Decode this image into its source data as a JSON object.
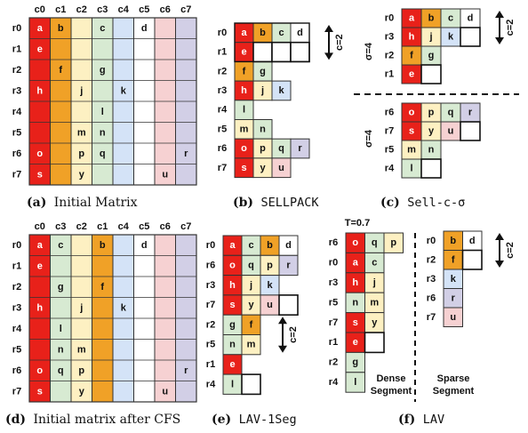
{
  "colors": {
    "c0": "#e8211a",
    "c1": "#f0a127",
    "c2": "#fdf0c2",
    "c3": "#d7ead2",
    "c4": "#d4e3f7",
    "c5": "#ffffff",
    "c6": "#f6d1d2",
    "c7": "#d2cfe6",
    "border": "#333333"
  },
  "panel_a": {
    "caption_letter": "(a)",
    "caption_text": "Initial Matrix",
    "cols": [
      "c0",
      "c1",
      "c2",
      "c3",
      "c4",
      "c5",
      "c6",
      "c7"
    ],
    "rows": [
      "r0",
      "r1",
      "r2",
      "r3",
      "r4",
      "r5",
      "r6",
      "r7"
    ],
    "cells": [
      [
        "a",
        "b",
        "",
        "c",
        "",
        "d",
        "",
        ""
      ],
      [
        "e",
        "",
        "",
        "",
        "",
        "",
        "",
        ""
      ],
      [
        "",
        "f",
        "",
        "g",
        "",
        "",
        "",
        ""
      ],
      [
        "h",
        "",
        "j",
        "",
        "k",
        "",
        "",
        ""
      ],
      [
        "",
        "",
        "",
        "l",
        "",
        "",
        "",
        ""
      ],
      [
        "",
        "",
        "m",
        "n",
        "",
        "",
        "",
        ""
      ],
      [
        "o",
        "",
        "p",
        "q",
        "",
        "",
        "",
        "r"
      ],
      [
        "s",
        "",
        "y",
        "",
        "",
        "",
        "u",
        ""
      ]
    ]
  },
  "panel_b": {
    "caption_letter": "(b)",
    "caption_text": "SELLPACK",
    "arrow_label": "c=2",
    "rows": [
      {
        "label": "r0",
        "cells": [
          [
            "a",
            "c0"
          ],
          [
            "b",
            "c1"
          ],
          [
            "c",
            "c3"
          ],
          [
            "d",
            "c5"
          ]
        ]
      },
      {
        "label": "r1",
        "cells": [
          [
            "e",
            "c0"
          ]
        ]
      },
      {
        "label": "r2",
        "cells": [
          [
            "f",
            "c1"
          ],
          [
            "g",
            "c3"
          ]
        ]
      },
      {
        "label": "r3",
        "cells": [
          [
            "h",
            "c0"
          ],
          [
            "j",
            "c2"
          ],
          [
            "k",
            "c4"
          ]
        ]
      },
      {
        "label": "r4",
        "cells": [
          [
            "l",
            "c3"
          ]
        ]
      },
      {
        "label": "r5",
        "cells": [
          [
            "m",
            "c2"
          ],
          [
            "n",
            "c3"
          ]
        ]
      },
      {
        "label": "r6",
        "cells": [
          [
            "o",
            "c0"
          ],
          [
            "p",
            "c2"
          ],
          [
            "q",
            "c3"
          ],
          [
            "r",
            "c7"
          ]
        ]
      },
      {
        "label": "r7",
        "cells": [
          [
            "s",
            "c0"
          ],
          [
            "y",
            "c2"
          ],
          [
            "u",
            "c6"
          ]
        ]
      }
    ]
  },
  "panel_c": {
    "caption_letter": "(c)",
    "caption_text": "Sell-c-σ",
    "sigma1": "σ=4",
    "sigma2": "σ=4",
    "arrow_label": "c=2",
    "top_rows": [
      {
        "label": "r0",
        "cells": [
          [
            "a",
            "c0"
          ],
          [
            "b",
            "c1"
          ],
          [
            "c",
            "c3"
          ],
          [
            "d",
            "c5"
          ]
        ]
      },
      {
        "label": "r3",
        "cells": [
          [
            "h",
            "c0"
          ],
          [
            "j",
            "c2"
          ],
          [
            "k",
            "c4"
          ]
        ]
      },
      {
        "label": "r2",
        "cells": [
          [
            "f",
            "c1"
          ],
          [
            "g",
            "c3"
          ]
        ]
      },
      {
        "label": "r1",
        "cells": [
          [
            "e",
            "c0"
          ]
        ]
      }
    ],
    "bottom_rows": [
      {
        "label": "r6",
        "cells": [
          [
            "o",
            "c0"
          ],
          [
            "p",
            "c2"
          ],
          [
            "q",
            "c3"
          ],
          [
            "r",
            "c7"
          ]
        ]
      },
      {
        "label": "r7",
        "cells": [
          [
            "s",
            "c0"
          ],
          [
            "y",
            "c2"
          ],
          [
            "u",
            "c6"
          ]
        ]
      },
      {
        "label": "r5",
        "cells": [
          [
            "m",
            "c2"
          ],
          [
            "n",
            "c3"
          ]
        ]
      },
      {
        "label": "r4",
        "cells": [
          [
            "l",
            "c3"
          ]
        ]
      }
    ]
  },
  "panel_d": {
    "caption_letter": "(d)",
    "caption_text": "Initial matrix after CFS",
    "cols": [
      "c0",
      "c3",
      "c2",
      "c1",
      "c4",
      "c5",
      "c6",
      "c7"
    ],
    "rows": [
      "r0",
      "r1",
      "r2",
      "r3",
      "r4",
      "r5",
      "r6",
      "r7"
    ],
    "cells": [
      [
        "a",
        "c",
        "",
        "b",
        "",
        "d",
        "",
        ""
      ],
      [
        "e",
        "",
        "",
        "",
        "",
        "",
        "",
        ""
      ],
      [
        "",
        "g",
        "",
        "f",
        "",
        "",
        "",
        ""
      ],
      [
        "h",
        "",
        "j",
        "",
        "k",
        "",
        "",
        ""
      ],
      [
        "",
        "l",
        "",
        "",
        "",
        "",
        "",
        ""
      ],
      [
        "",
        "n",
        "m",
        "",
        "",
        "",
        "",
        ""
      ],
      [
        "o",
        "q",
        "p",
        "",
        "",
        "",
        "",
        "r"
      ],
      [
        "s",
        "",
        "y",
        "",
        "",
        "",
        "u",
        ""
      ]
    ]
  },
  "panel_e": {
    "caption_letter": "(e)",
    "caption_text": "LAV-1Seg",
    "arrow_label": "c=2",
    "rows": [
      {
        "label": "r0",
        "cells": [
          [
            "a",
            "c0"
          ],
          [
            "c",
            "c3"
          ],
          [
            "b",
            "c1"
          ],
          [
            "d",
            "c5"
          ]
        ]
      },
      {
        "label": "r6",
        "cells": [
          [
            "o",
            "c0"
          ],
          [
            "q",
            "c3"
          ],
          [
            "p",
            "c2"
          ],
          [
            "r",
            "c7"
          ]
        ]
      },
      {
        "label": "r3",
        "cells": [
          [
            "h",
            "c0"
          ],
          [
            "j",
            "c2"
          ],
          [
            "k",
            "c4"
          ]
        ]
      },
      {
        "label": "r7",
        "cells": [
          [
            "s",
            "c0"
          ],
          [
            "y",
            "c2"
          ],
          [
            "u",
            "c6"
          ]
        ]
      },
      {
        "label": "r2",
        "cells": [
          [
            "g",
            "c3"
          ],
          [
            "f",
            "c1"
          ]
        ]
      },
      {
        "label": "r5",
        "cells": [
          [
            "n",
            "c3"
          ],
          [
            "m",
            "c2"
          ]
        ]
      },
      {
        "label": "r1",
        "cells": [
          [
            "e",
            "c0"
          ]
        ]
      },
      {
        "label": "r4",
        "cells": [
          [
            "l",
            "c3"
          ]
        ]
      }
    ]
  },
  "panel_f": {
    "caption_letter": "(f)",
    "caption_text": "LAV",
    "threshold": "T=0.7",
    "dense_label_1": "Dense",
    "dense_label_2": "Segment",
    "sparse_label_1": "Sparse",
    "sparse_label_2": "Segment",
    "arrow_label": "c=2",
    "dense_rows": [
      {
        "label": "r6",
        "cells": [
          [
            "o",
            "c0"
          ],
          [
            "q",
            "c3"
          ],
          [
            "p",
            "c2"
          ]
        ]
      },
      {
        "label": "r0",
        "cells": [
          [
            "a",
            "c0"
          ],
          [
            "c",
            "c3"
          ]
        ]
      },
      {
        "label": "r3",
        "cells": [
          [
            "h",
            "c0"
          ],
          [
            "j",
            "c2"
          ]
        ]
      },
      {
        "label": "r5",
        "cells": [
          [
            "n",
            "c3"
          ],
          [
            "m",
            "c2"
          ]
        ]
      },
      {
        "label": "r7",
        "cells": [
          [
            "s",
            "c0"
          ],
          [
            "y",
            "c2"
          ]
        ]
      },
      {
        "label": "r1",
        "cells": [
          [
            "e",
            "c0"
          ]
        ]
      },
      {
        "label": "r2",
        "cells": [
          [
            "g",
            "c3"
          ]
        ]
      },
      {
        "label": "r4",
        "cells": [
          [
            "l",
            "c3"
          ]
        ]
      }
    ],
    "sparse_rows": [
      {
        "label": "r0",
        "cells": [
          [
            "b",
            "c1"
          ],
          [
            "d",
            "c5"
          ]
        ]
      },
      {
        "label": "r2",
        "cells": [
          [
            "f",
            "c1"
          ]
        ]
      },
      {
        "label": "r3",
        "cells": [
          [
            "k",
            "c4"
          ]
        ]
      },
      {
        "label": "r6",
        "cells": [
          [
            "r",
            "c7"
          ]
        ]
      },
      {
        "label": "r7",
        "cells": [
          [
            "u",
            "c6"
          ]
        ]
      }
    ]
  }
}
